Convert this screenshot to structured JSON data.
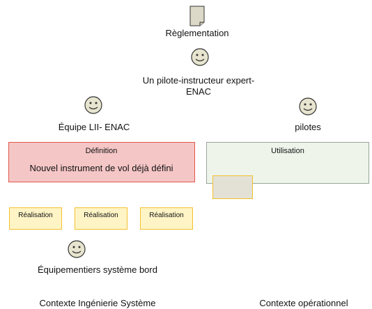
{
  "document_icon": "document-icon",
  "smiley_icon": "smiley-face-icon",
  "colors": {
    "definition_fill": "#f5c6c6",
    "definition_border": "#e0584a",
    "utilisation_fill": "#eef4ea",
    "utilisation_border": "#98a49b",
    "realisation_fill": "#fff4c6",
    "realisation_border": "#f2c12e",
    "smiley_fill": "#e7e5cf",
    "overlay_fill": "#e3e1d6"
  },
  "actors": {
    "reglementation": "Règlementation",
    "pilote_instructeur_line1": "Un pilote-instructeur expert-",
    "pilote_instructeur_line2": "ENAC",
    "equipe": "Équipe LII- ENAC",
    "pilotes": "pilotes",
    "equipementiers": "Équipementiers système bord"
  },
  "definition": {
    "title": "Définition",
    "text": "Nouvel instrument de vol déjà défini"
  },
  "utilisation": {
    "title": "Utilisation"
  },
  "realisation": [
    "Réalisation",
    "Réalisation",
    "Réalisation"
  ],
  "contexts": {
    "left": "Contexte Ingénierie Système",
    "right": "Contexte opérationnel"
  }
}
